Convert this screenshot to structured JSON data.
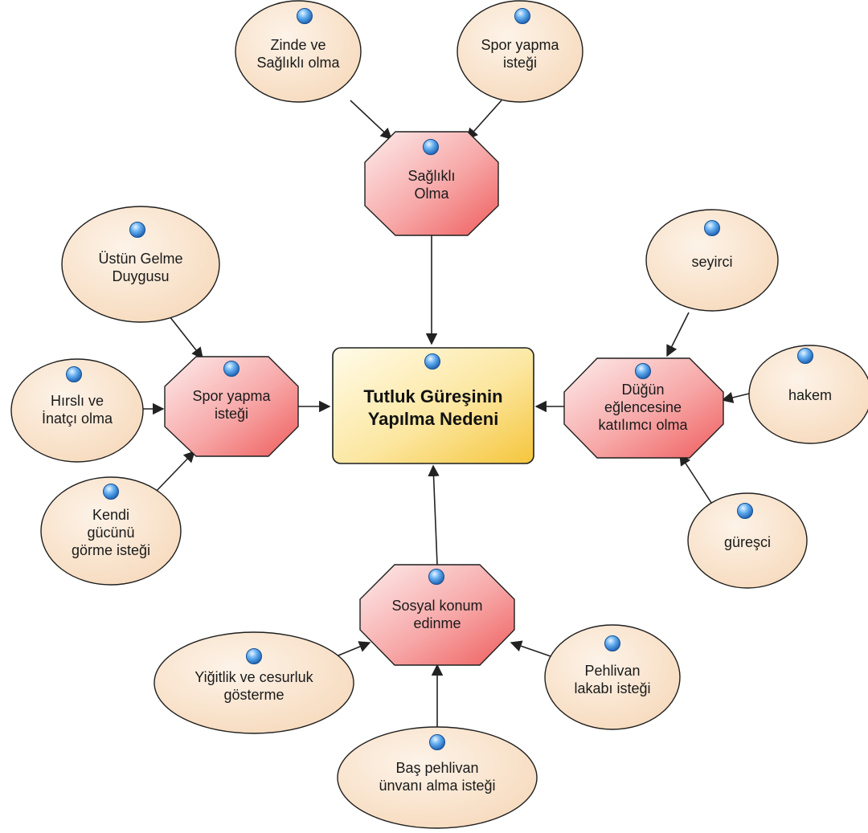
{
  "diagram": {
    "central": {
      "label_lines": [
        "Tutluk Güreşinin",
        "Yapılma Nedeni"
      ]
    },
    "hubs": [
      {
        "id": "hub-saglikli-olma",
        "label_lines": [
          "Sağlıklı",
          "Olma"
        ]
      },
      {
        "id": "hub-spor-yapma-istegi",
        "label_lines": [
          "Spor yapma",
          "isteği"
        ]
      },
      {
        "id": "hub-dugun-eglencesine",
        "label_lines": [
          "Düğün",
          "eğlencesine",
          "katılımcı olma"
        ]
      },
      {
        "id": "hub-sosyal-konum",
        "label_lines": [
          "Sosyal konum",
          "edinme"
        ]
      }
    ],
    "leaves": [
      {
        "id": "leaf-zinde-saglikli",
        "label_lines": [
          "Zinde ve",
          "Sağlıklı olma"
        ]
      },
      {
        "id": "leaf-spor-yapma-istegi-top",
        "label_lines": [
          "Spor yapma",
          "isteği"
        ]
      },
      {
        "id": "leaf-ustun-gelme",
        "label_lines": [
          "Üstün Gelme",
          "Duygusu"
        ]
      },
      {
        "id": "leaf-hirsli-inatci",
        "label_lines": [
          "Hırslı ve",
          "İnatçı olma"
        ]
      },
      {
        "id": "leaf-kendi-gucunu",
        "label_lines": [
          "Kendi",
          "gücünü",
          "görme isteği"
        ]
      },
      {
        "id": "leaf-seyirci",
        "label_lines": [
          "seyirci"
        ]
      },
      {
        "id": "leaf-hakem",
        "label_lines": [
          "hakem"
        ]
      },
      {
        "id": "leaf-guresci",
        "label_lines": [
          "güreşci"
        ]
      },
      {
        "id": "leaf-yigitlik",
        "label_lines": [
          "Yiğitlik ve cesurluk",
          "gösterme"
        ]
      },
      {
        "id": "leaf-pehlivan-lakabi",
        "label_lines": [
          "Pehlivan",
          "lakabı isteği"
        ]
      },
      {
        "id": "leaf-bas-pehlivan",
        "label_lines": [
          "Baş pehlivan",
          "ünvanı alma isteği"
        ]
      }
    ],
    "colors": {
      "ellipse_fill_light": "#fdf2e6",
      "ellipse_fill_dark": "#f7dcc0",
      "octagon_fill_light": "#fde6e6",
      "octagon_fill_dark": "#f06a6a",
      "center_fill_light": "#fff7d6",
      "center_fill_dark": "#f7cc4a",
      "bullet_blue": "#2e7fd6",
      "edge": "#222222"
    },
    "icons": {
      "bullet": "blue-sphere-icon"
    }
  }
}
